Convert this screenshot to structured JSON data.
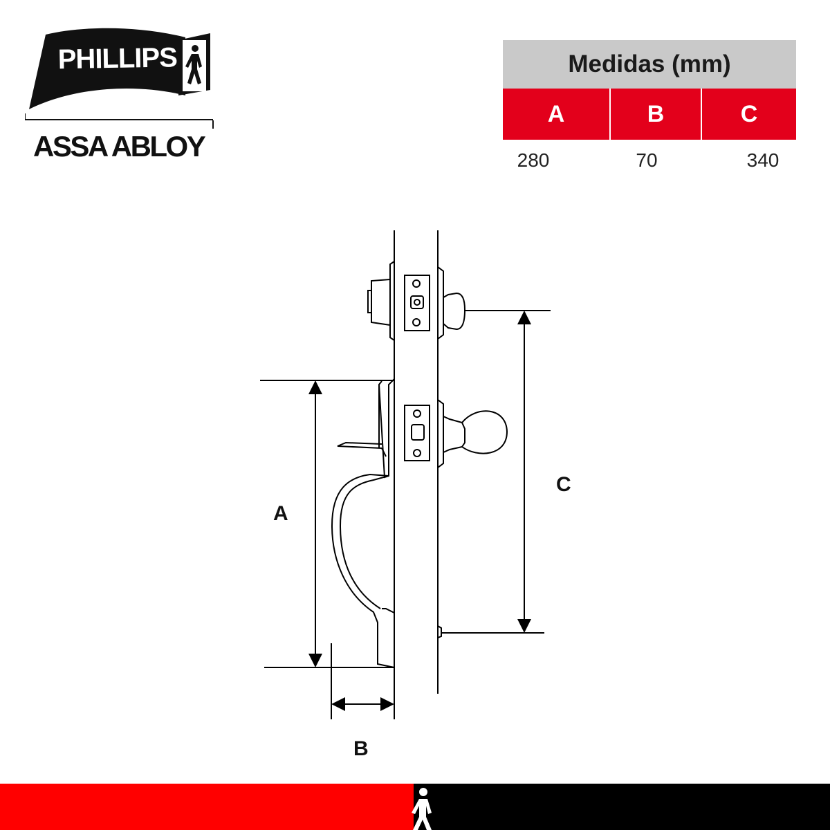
{
  "brand": {
    "logo_text": "PHILLIPS",
    "sub_brand": "ASSA ABLOY",
    "logo_icon": "person-walking-icon"
  },
  "dimensions_table": {
    "header": "Medidas (mm)",
    "columns": [
      "A",
      "B",
      "C"
    ],
    "values": [
      "280",
      "70",
      "340"
    ],
    "header_color": "#c9c9c9",
    "column_color": "#e3001b"
  },
  "diagram": {
    "labels": {
      "a": "A",
      "b": "B",
      "c": "C"
    }
  },
  "footer": {
    "colors": [
      "#ff0000",
      "#000000"
    ],
    "icon": "person-walking-icon"
  }
}
